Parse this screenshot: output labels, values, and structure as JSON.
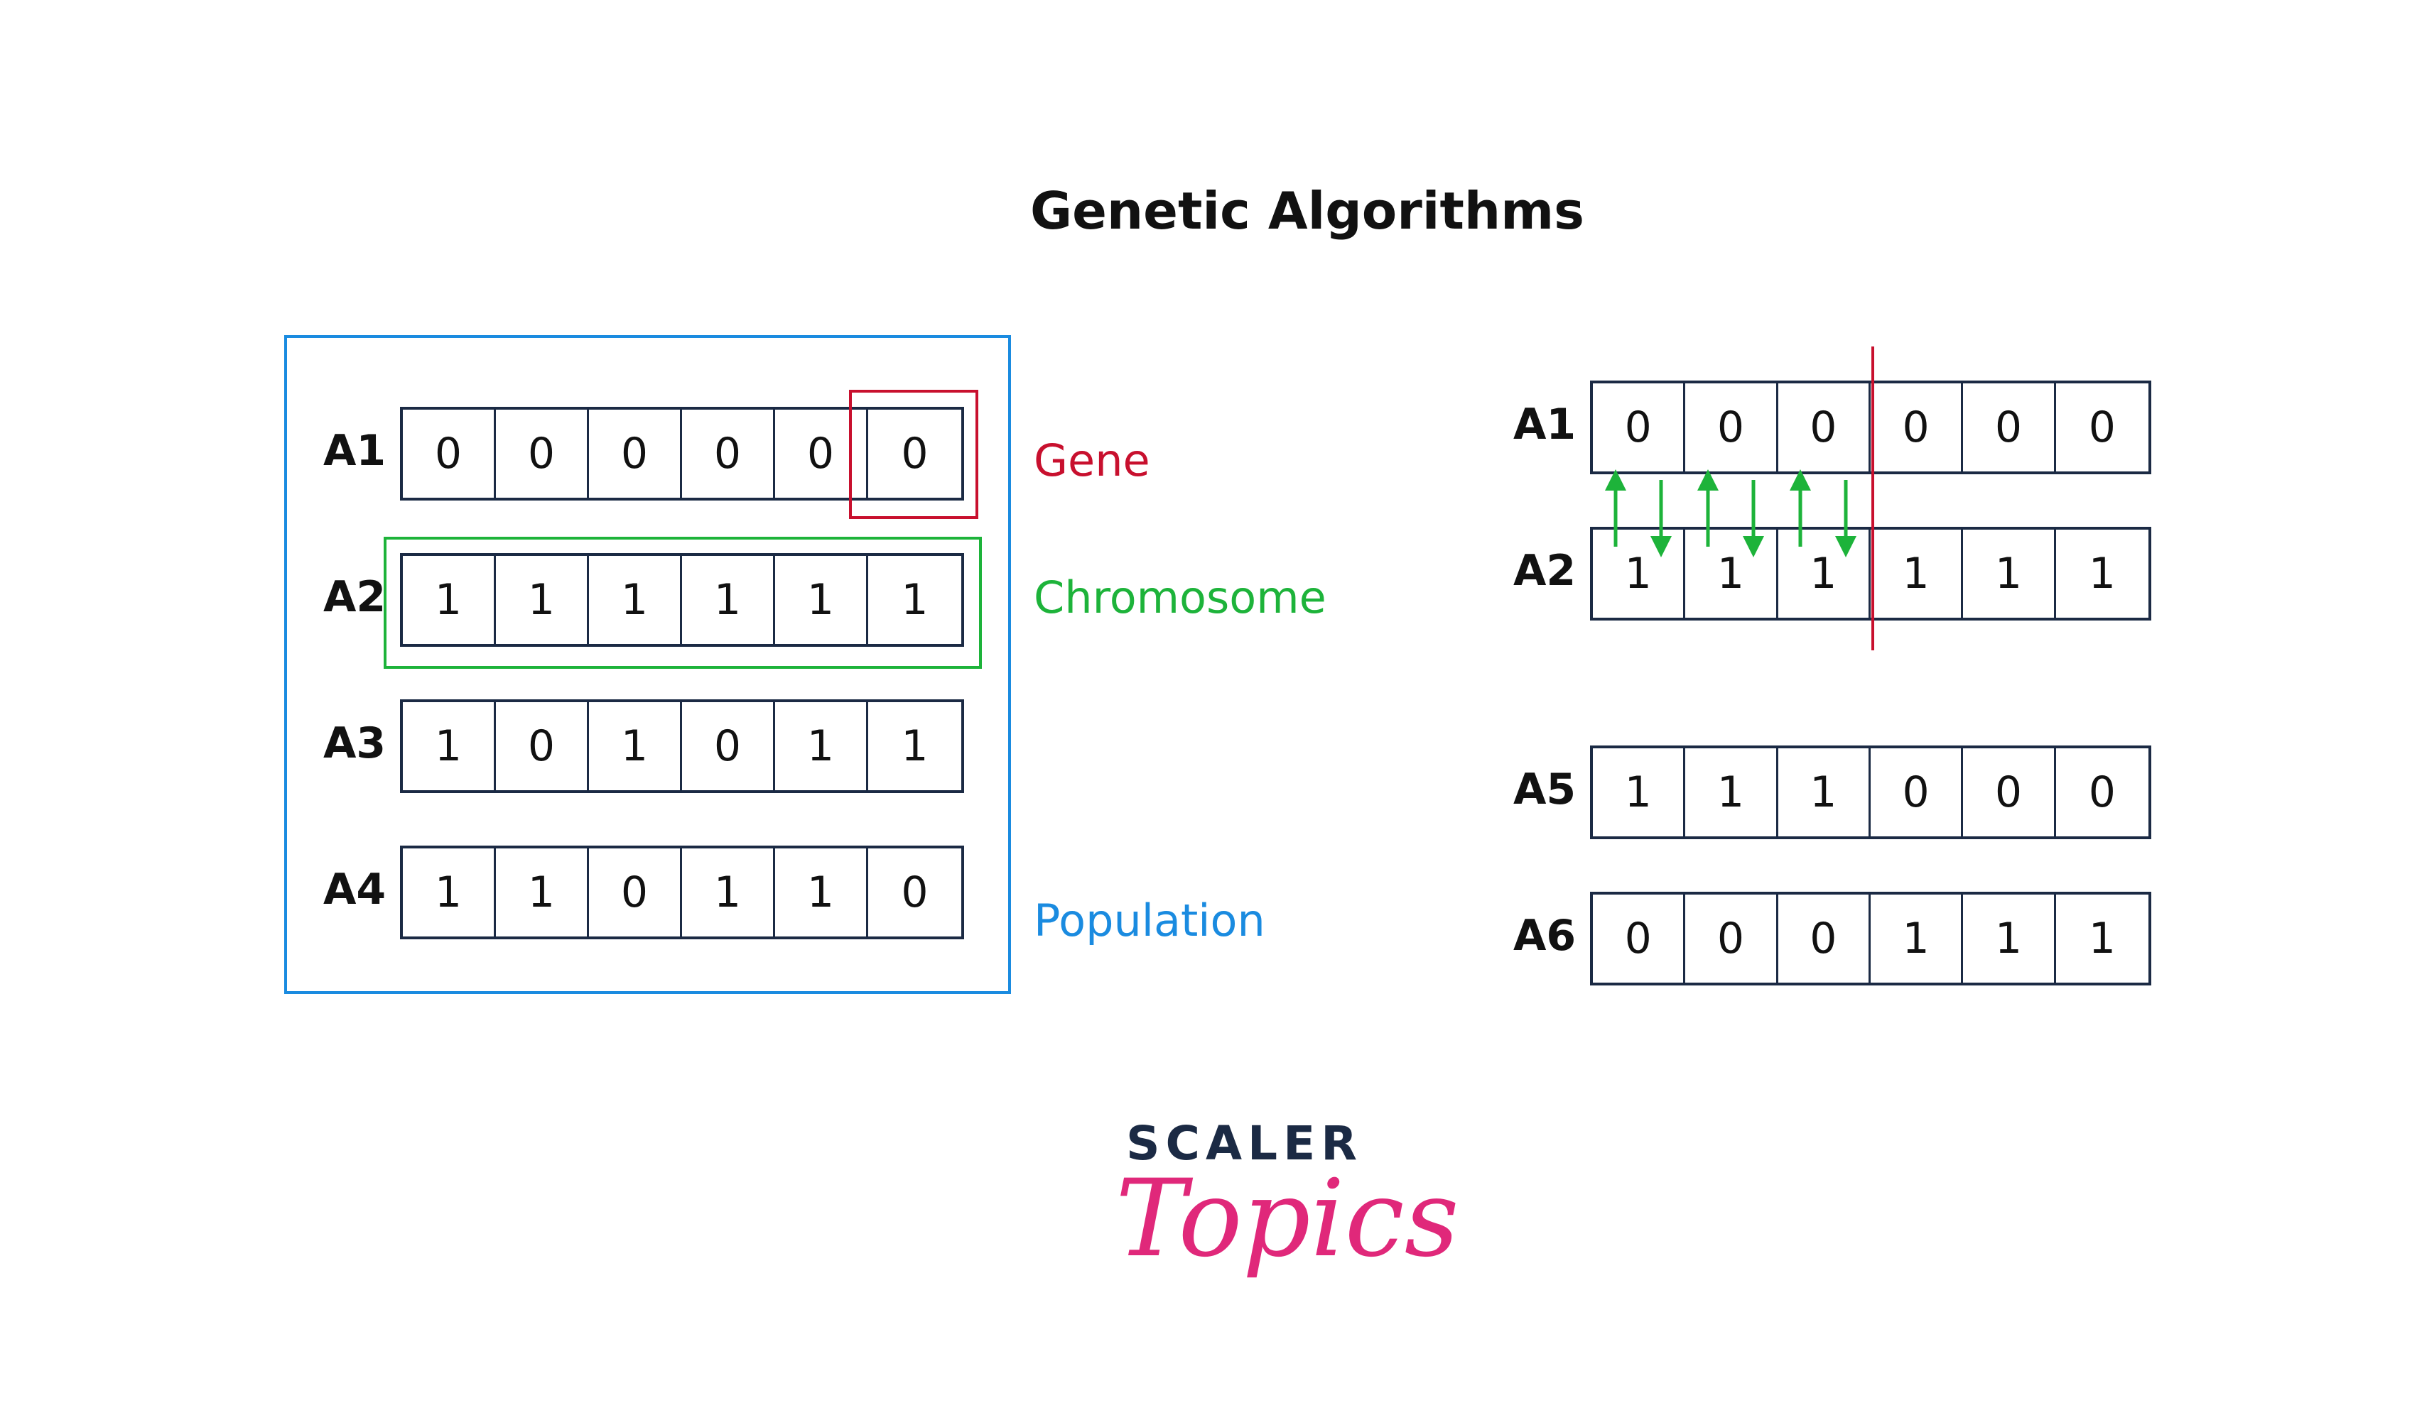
{
  "title": "Genetic Algorithms",
  "colors": {
    "population": "#1a8be0",
    "chromosome": "#1db33a",
    "gene": "#c8102e",
    "crossover_arrows": "#1db33a",
    "crossover_line": "#c8102e",
    "cell_border": "#1b2a44",
    "logo_script": "#e0287a"
  },
  "left_panel": {
    "rows": [
      {
        "label": "A1",
        "genes": [
          "0",
          "0",
          "0",
          "0",
          "0",
          "0"
        ]
      },
      {
        "label": "A2",
        "genes": [
          "1",
          "1",
          "1",
          "1",
          "1",
          "1"
        ]
      },
      {
        "label": "A3",
        "genes": [
          "1",
          "0",
          "1",
          "0",
          "1",
          "1"
        ]
      },
      {
        "label": "A4",
        "genes": [
          "1",
          "1",
          "0",
          "1",
          "1",
          "0"
        ]
      }
    ],
    "annotations": {
      "gene": "Gene",
      "chromosome": "Chromosome",
      "population": "Population"
    }
  },
  "right_panel": {
    "parents": [
      {
        "label": "A1",
        "genes": [
          "0",
          "0",
          "0",
          "0",
          "0",
          "0"
        ]
      },
      {
        "label": "A2",
        "genes": [
          "1",
          "1",
          "1",
          "1",
          "1",
          "1"
        ]
      }
    ],
    "offspring": [
      {
        "label": "A5",
        "genes": [
          "1",
          "1",
          "1",
          "0",
          "0",
          "0"
        ]
      },
      {
        "label": "A6",
        "genes": [
          "0",
          "0",
          "0",
          "1",
          "1",
          "1"
        ]
      }
    ]
  },
  "logo": {
    "word": "SCALER",
    "script": "Topics"
  }
}
